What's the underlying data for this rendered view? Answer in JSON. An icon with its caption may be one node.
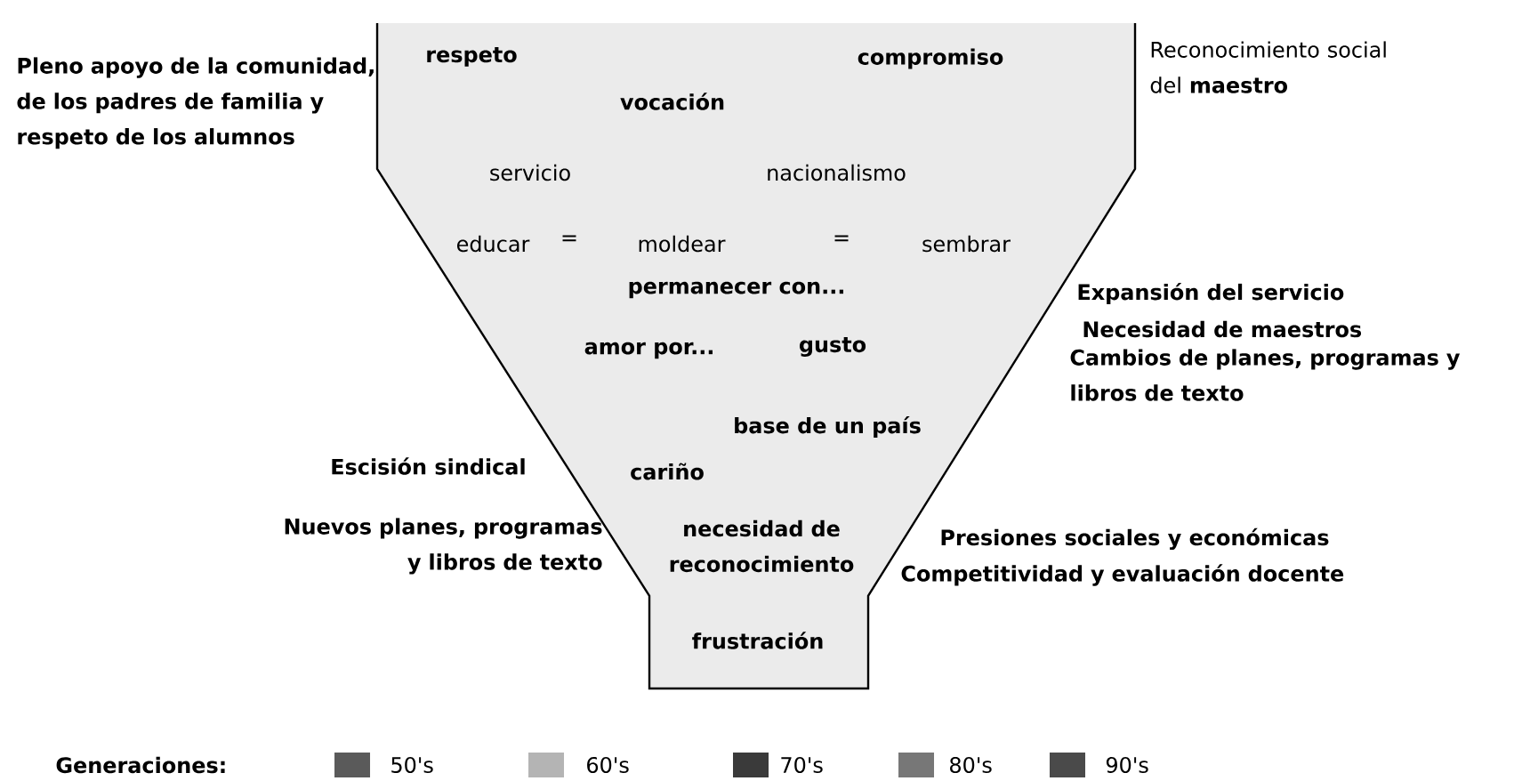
{
  "diagram": {
    "labels": [
      "Pleno apoyo de la comunidad, de los padres de familia y respeto de los alumnos",
      "respeto",
      "compromiso",
      "Reconocimiento social del **maestro**",
      "vocación",
      "servicio",
      "nacionalismo",
      "educar",
      "=",
      "moldear",
      "=",
      "sembrar",
      "permanecer con...",
      "Expansión del servicio",
      "Necesidad de maestros",
      "Cambios de planes, programas y libros de texto",
      "amor por...",
      "gusto",
      "base de un país",
      "Escisión sindical",
      "cariño",
      "Nuevos planes, programas y libros de texto",
      "necesidad de reconocimiento",
      "Presiones sociales y económicas",
      "Competitividad y evaluación docente",
      "frustración",
      "Generaciones:"
    ],
    "legend": [
      {
        "text": "50's",
        "color": "#5a5a5a"
      },
      {
        "text": "60's",
        "color": "#b4b4b4"
      },
      {
        "text": "70's",
        "color": "#3a3a3a"
      },
      {
        "text": "80's",
        "color": "#777777"
      },
      {
        "text": "90's",
        "color": "#4a4a4a"
      }
    ]
  }
}
